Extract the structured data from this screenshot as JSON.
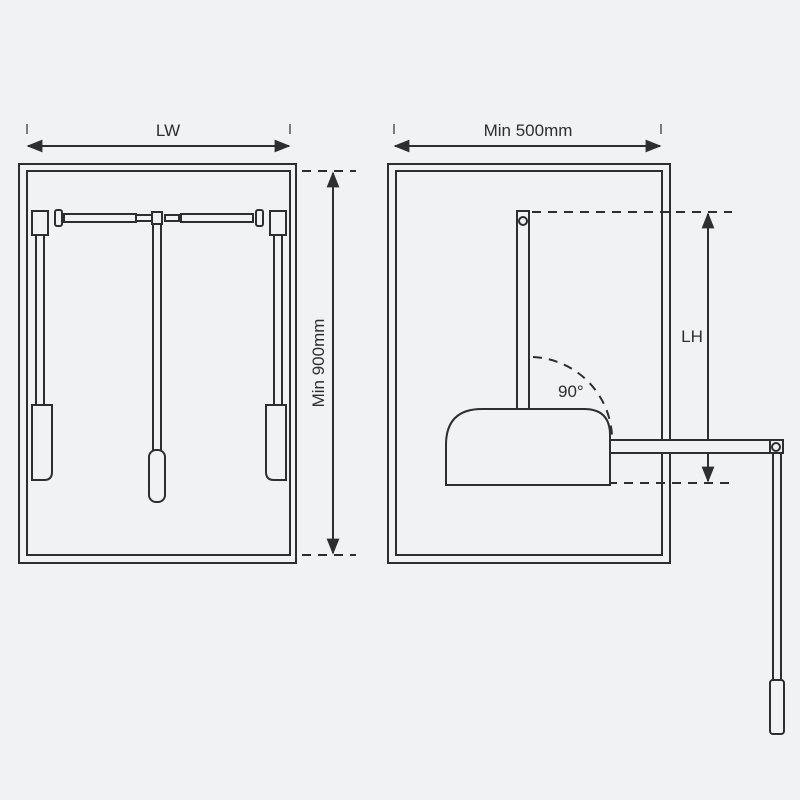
{
  "labels": {
    "width_left": "LW",
    "height_left": "Min 900mm",
    "width_right": "Min 500mm",
    "lift_height": "LH",
    "angle": "90°"
  },
  "colors": {
    "background": "#f0f2f4",
    "line": "#2e2e30"
  }
}
